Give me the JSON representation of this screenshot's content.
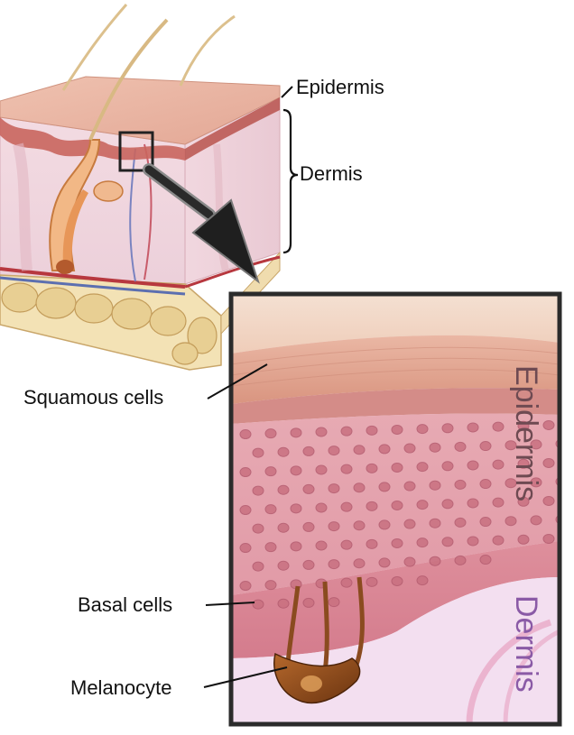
{
  "labels": {
    "epidermis_top": "Epidermis",
    "dermis_top": "Dermis",
    "squamous": "Squamous cells",
    "basal": "Basal cells",
    "melanocyte": "Melanocyte",
    "epidermis_vertical": "Epidermis",
    "dermis_vertical": "Dermis"
  },
  "colors": {
    "epidermis_text": "#6e4a52",
    "dermis_text": "#8a5aa6",
    "frame": "#2b2b2b",
    "arrow": "#1f1f1f"
  }
}
